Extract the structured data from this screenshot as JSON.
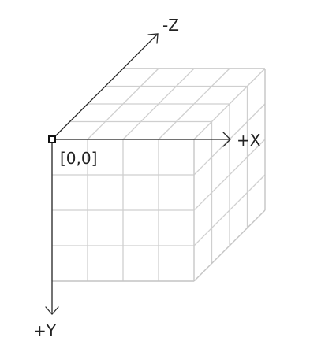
{
  "diagram": {
    "axes": {
      "x_label": "+X",
      "y_label": "+Y",
      "z_label": "-Z"
    },
    "origin_label": "[0,0]",
    "cube": {
      "divisions": 4
    },
    "colors": {
      "axis": "#2a2a2a",
      "grid": "#cfcfcf",
      "background": "#ffffff"
    }
  }
}
